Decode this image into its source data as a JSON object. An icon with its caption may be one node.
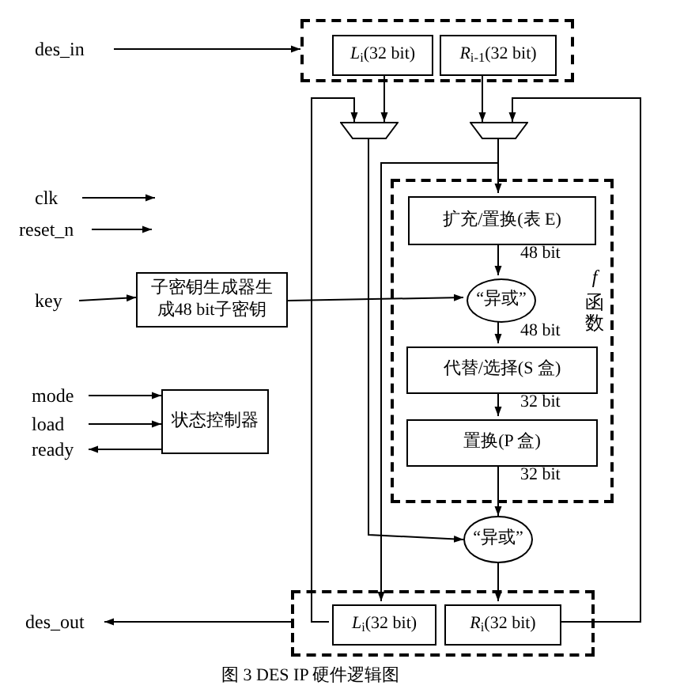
{
  "diagram": {
    "caption": "图 3 DES IP 硬件逻辑图",
    "nodes": [
      {
        "text": [],
        "shape": "box"
      },
      {
        "text": [
          "*L*$_{i}$(32 bit)"
        ],
        "in": 0
      },
      {
        "text": [
          "*R*$_{i-1}$(32 bit)"
        ],
        "in": 0
      },
      {
        "text": [],
        "shape": "trapezoid"
      },
      {
        "text": [],
        "shape": "trapezoid"
      },
      {
        "text": [
          "f",
          "函数"
        ]
      },
      {
        "text": [
          "扩充/置换(表 E)"
        ],
        "in": 5
      },
      {
        "text": [
          "“异或”"
        ],
        "in": 5
      },
      {
        "text": [
          "代替/选择(S 盒)"
        ],
        "in": 5
      },
      {
        "text": [
          "置换(P 盒)"
        ],
        "in": 5
      },
      {
        "text": [
          "“异或”"
        ]
      },
      {
        "text": [],
        "shape": "box"
      },
      {
        "text": [
          "*L*$_{i}$(32 bit)"
        ],
        "in": 11
      },
      {
        "text": [
          "*R*$_{i}$(32 bit)"
        ],
        "in": 11
      },
      {
        "text": [
          "des_in"
        ]
      },
      {
        "text": [
          "clk"
        ]
      },
      {
        "text": [
          "reset_n"
        ]
      },
      {
        "text": [
          "key"
        ]
      },
      {
        "text": [
          "子密钥生成器生成48 bit子密钥"
        ]
      },
      {
        "text": [
          "mode"
        ]
      },
      {
        "text": [
          "load"
        ]
      },
      {
        "text": [
          "ready"
        ]
      },
      {
        "text": [
          "状态控制器"
        ]
      },
      {
        "text": [
          "des_out"
        ]
      }
    ],
    "edges": [
      {
        "from": 14,
        "to": 0,
        "arrow": "to"
      },
      {
        "from": 1,
        "to": 3,
        "arrow": "to"
      },
      {
        "from": 2,
        "to": 4,
        "arrow": "to"
      },
      {
        "from": 12,
        "to": 3,
        "arrow": "to"
      },
      {
        "from": 13,
        "to": 4,
        "arrow": "to"
      },
      {
        "from": 3,
        "to": 10,
        "arrow": "to"
      },
      {
        "from": 4,
        "to": 6,
        "arrow": "to"
      },
      {
        "from": 4,
        "to": 12,
        "arrow": "to"
      },
      {
        "from": 6,
        "to": 7,
        "arrow": "to",
        "label": "48 bit"
      },
      {
        "from": 18,
        "to": 7,
        "arrow": "to"
      },
      {
        "from": 7,
        "to": 8,
        "arrow": "to",
        "label": "48 bit"
      },
      {
        "from": 8,
        "to": 9,
        "arrow": "to",
        "label": "32 bit"
      },
      {
        "from": 9,
        "to": 10,
        "arrow": "to",
        "label": "32 bit"
      },
      {
        "from": 10,
        "to": 13,
        "arrow": "to"
      },
      {
        "from": 17,
        "to": 18,
        "arrow": "to"
      },
      {
        "from": 15,
        "to": null,
        "arrow": "to"
      },
      {
        "from": 16,
        "to": null,
        "arrow": "to"
      },
      {
        "from": 19,
        "to": 22,
        "arrow": "to"
      },
      {
        "from": 20,
        "to": 22,
        "arrow": "to"
      },
      {
        "from": 22,
        "to": 21,
        "arrow": "to"
      },
      {
        "from": 11,
        "to": 23,
        "arrow": "to"
      }
    ]
  }
}
